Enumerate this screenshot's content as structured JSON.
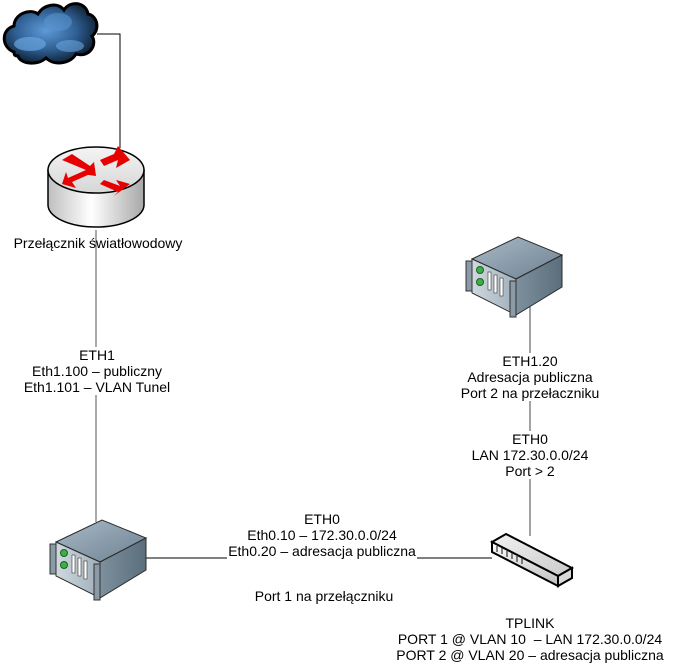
{
  "diagram": {
    "nodes": {
      "internet": {
        "icon": "cloud-icon"
      },
      "router": {
        "icon": "router-icon",
        "label": "Przełącznik światłowodowy"
      },
      "main_server": {
        "icon": "server-icon",
        "uplink_label": {
          "line1": "ETH1",
          "line2": "Eth1.100 – publiczny",
          "line3": "Eth1.101 – VLAN Tunel"
        },
        "downlink_label": {
          "line1": "ETH0",
          "line2": "Eth0.10 – 172.30.0.0/24",
          "line3": "Eth0.20 – adresacja publiczna"
        },
        "port_note": "Port 1 na przełączniku"
      },
      "secondary_server": {
        "icon": "server-icon",
        "label": {
          "line1": "ETH1.20",
          "line2": "Adresacja publiczna",
          "line3": "Port 2 na przełaczniku"
        }
      },
      "tplink": {
        "icon": "switch-icon",
        "uplink_label": {
          "line1": "ETH0",
          "line2": "LAN 172.30.0.0/24",
          "line3": "Port > 2"
        },
        "label": {
          "line1": "TPLINK",
          "line2": "PORT 1 @ VLAN 10  – LAN 172.30.0.0/24",
          "line3": "PORT 2 @ VLAN 20 – adresacja publiczna"
        }
      }
    },
    "colors": {
      "line": "#000000",
      "cloud_dark": "#0b1b2c",
      "cloud_light": "#4f89c6",
      "router_arrow": "#e60000",
      "server_body": "#7a8d9c",
      "led": "#3cb043"
    }
  }
}
